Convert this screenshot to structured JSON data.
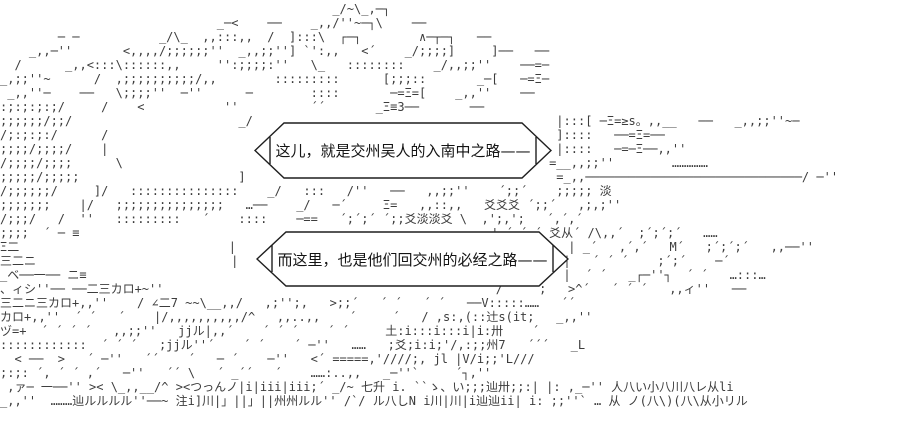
{
  "scene": {
    "description": "ascii-art-mountain-landscape",
    "colors": {
      "background": "#ffffff",
      "art": "#3c3c3c",
      "bubble_fill": "#ffffff",
      "bubble_stroke": "#1f1f1f",
      "bubble_text": "#141414"
    },
    "bubbles": [
      {
        "text": "这儿，就是交州吴人的入南中之路——"
      },
      {
        "text": "而这里，也是他们回交州的必经之路——"
      }
    ],
    "ascii_art": {
      "lines": [
        "                                              _/~\\_,─┐",
        "                              _─<    ──    _,,/''~─┐\\    ──",
        "        ─ ─           _/\\_  ,,:::,,  /  ]:::\\  ┌─┐        ∧─┬─┐   ──",
        "    _,,─''       <,,,,/;;;;;;''  _,,;;''] `':,,   <´    _/;;;;]     ]──   ──",
        "  /      _,,<:::\\::::::,,     '':;;;;:''   \\_   ::::::::    _/,,;;''    ──=─",
        "_,;;''~      /  ,;;;;;;;;;;/,,        :::::::::      [;;;::       _─[   ─=Ξ─",
        " _,,''─    ──   \\;;;;''  ─''      ─        ::::       ─=Ξ=[    _,,''    ──",
        ":;:;:;:;/     /    <           ''          ´´       _Ξ≡3──       ──",
        ";;;;;;/;;/                       _/                                          |:::[ ─Ξ=≥s。,,__   ──   _,,;;''~─",
        "/;:;:;:/      /                                                              ]::::   ──=Ξ=──",
        ";;;;/;;;;/    |                                                              |::::   ─=─Ξ──,,''",
        "/;;;;/;;;;      \\                                                           =__,,;;''        ……………",
        ";;;;;/;;;;;                      ]                                           =_,,──────────────────────────────/ ─''",
        "/;;;;;;/     ]/   :::::::::::::::    _/   :::   /''   ──   ,,;;''    ´;;´    ;;;;; 淡",
        ";;;;;;;    |/   ;;;;;;;;;;;;;;;   …──    _/   ─´     Ξ=   ,,::,,   爻爻爻 ´;;´   ,;,;''",
        "/;;;/   /  ''   :::::::::   ´    ::::    ─==   ´;´;´ ´;;爻淡淡爻 \\  ,';,';   ´,´,´",
        ";;;;  ´ ─ ≡                                                        ─' ´,´,´ 爻从´ /\\,,´  ;´;´;´   ……",
        "Ξ二                             |                                              | _´   ,´,´   M´   ;´;´;´   ,,──''",
        "三二ニ                           |                                             |   ´ ´ ´    ;´;´    ─´",
        "_ベ──一── ニ≡                                                                  |  ´ ´   _┌─''┐  ´ ´   …:::…",
        "、ィシ''── ──二三カロ+~''                                              /  ´ ´;   >^´   ´ ´ ´   ,,ィ''   ──",
        "三二ニ三カロ+,,''    / ∠二7 ~~\\__,,/   ,;'';,   >;;´   ´ ´   ´ ´   ──V:::::……   ´´",
        "カロ+,,''  ´ ´   ´    |/,,,,,,,,,,/^   ,,..,,    ´     ´   / ,s:,(::辻s(it;   _,,''",
        "ヅ=+  ´ ´ ´ ´   ,,;;''   jjル|,,´    ´ ´ ´    ´ ´     土:i:::i:::i|i:卅    ´",
        "::::::::::::  ´ ´ ´   ;jjル''´    ´ ´    ´ ─''   ……   ;爻;i:i;'/,:;;州7   ´´´   _L",
        "  < ──  >   ´ ─''   ´´    ´   ─ ´    ─''   <´ =====,'////;, jl |V/i;;'L///",
        ";:;: ´, ´ ´ ,´   ─''   ´´ \\   ´ _´´   ´    ……:..,,   _─''`     ´┐,''",
        " ,ァ─ 一──'' >< \\_,,__/^ ><つっんノ|i|iii|iii;´ _/~ 七升 i. ``ゝ、い;;;辿卅;;:| |: ,_─'' 人八い小八川八レ从li",
        "_,,''  ………辿ルルルル''──~ 注i]川|」||」||州州ルル'' /`/ ル八しN i川|川|i辿辿ii| i: ;;''` … 从 ノ(八\\)(八\\从小リル",
        "",
        ""
      ]
    }
  }
}
